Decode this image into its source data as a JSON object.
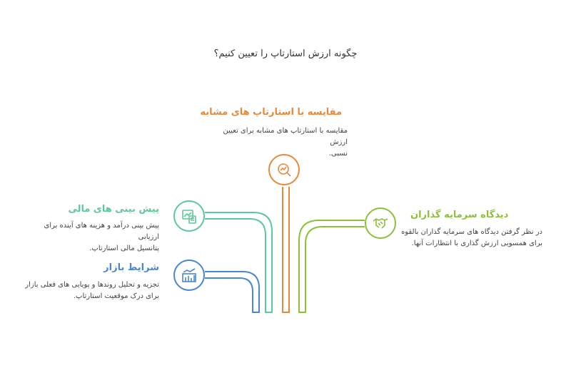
{
  "title": "چگونه ارزش استارتاپ را تعیین کنیم؟",
  "colors": {
    "orange": "#E8893A",
    "green": "#5CC99A",
    "olive": "#8DBF3A",
    "blue": "#4A86D4"
  },
  "nodes": {
    "compare": {
      "heading": "مقایسه با استارتاپ های مشابه",
      "desc_line1": "مقایسه با استارتاپ های مشابه برای تعیین ارزش",
      "desc_line2": "نسبی.",
      "icon": "chart-magnify-icon"
    },
    "investor": {
      "heading": "دیدگاه سرمایه گذاران",
      "desc_line1": "در نظر گرفتن دیدگاه های سرمایه گذاران بالقوه",
      "desc_line2": "برای همسویی ارزش گذاری با انتظارات آنها.",
      "icon": "handshake-icon"
    },
    "forecast": {
      "heading": "پیش بینی های مالی",
      "desc_line1": "پیش بینی درآمد و هزینه های آینده برای ارزیابی",
      "desc_line2": "پتانسیل مالی استارتاپ.",
      "icon": "calculator-chart-icon"
    },
    "market": {
      "heading": "شرایط بازار",
      "desc_line1": "تجزیه و تحلیل روندها و پویایی های فعلی بازار",
      "desc_line2": "برای درک موقعیت استارتاپ.",
      "icon": "bar-chart-icon"
    }
  }
}
